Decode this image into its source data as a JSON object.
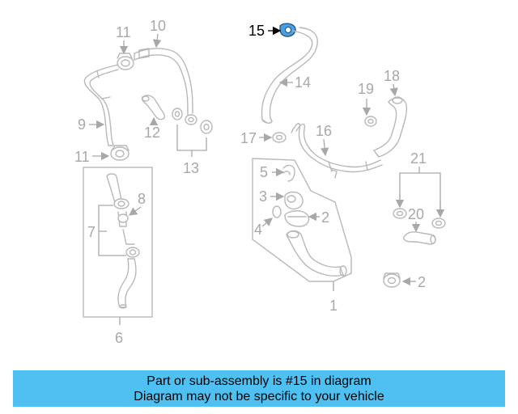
{
  "diagram": {
    "highlighted_part": "15",
    "callouts": {
      "c1": "1",
      "c2a": "2",
      "c2b": "2",
      "c3": "3",
      "c4": "4",
      "c5": "5",
      "c6": "6",
      "c7": "7",
      "c8": "8",
      "c9": "9",
      "c10": "10",
      "c11a": "11",
      "c11b": "11",
      "c12": "12",
      "c13": "13",
      "c14": "14",
      "c15": "15",
      "c16": "16",
      "c17": "17",
      "c18": "18",
      "c19": "19",
      "c20": "20",
      "c21": "21"
    },
    "colors": {
      "highlight": "#4a9fe0",
      "line": "#b8b8b8",
      "banner": "#4fc0f2"
    }
  },
  "banner": {
    "line1": "Part or sub-assembly is #15 in diagram",
    "line2": "Diagram may not be specific to your vehicle"
  }
}
